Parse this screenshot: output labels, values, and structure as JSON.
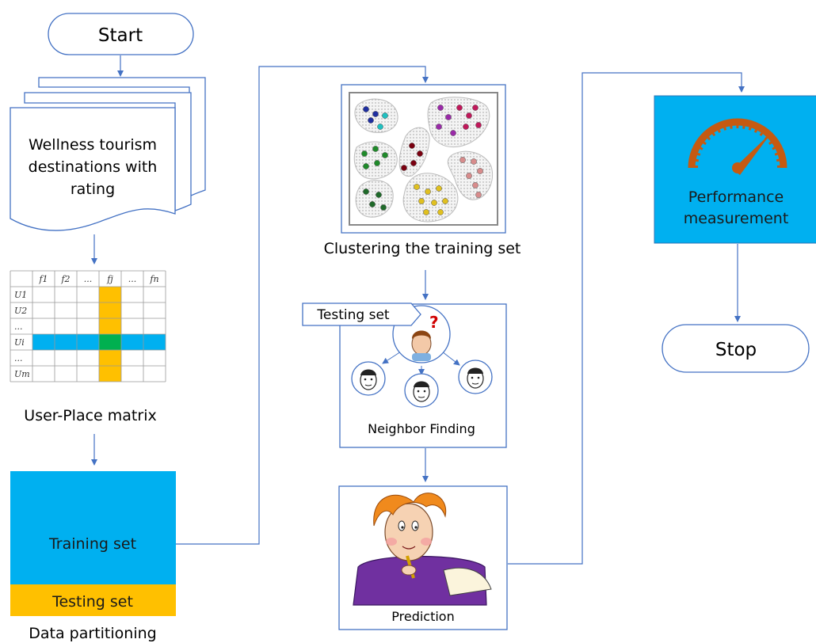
{
  "start": {
    "label": "Start"
  },
  "destinations": {
    "line1": "Wellness tourism",
    "line2": "destinations with",
    "line3": "rating"
  },
  "matrix": {
    "caption": "User-Place matrix",
    "col_headers": [
      "f1",
      "f2",
      "...",
      "fj",
      "...",
      "fn"
    ],
    "row_headers": [
      "U1",
      "U2",
      "...",
      "Ui",
      "...",
      "Um"
    ],
    "highlight_column_color": "#FFC000",
    "highlight_row_color": "#00B0F0",
    "intersection_color": "#00B050"
  },
  "partition": {
    "training_label": "Training set",
    "testing_label": "Testing set",
    "caption": "Data partitioning",
    "training_color": "#00B0F0",
    "testing_color": "#FFC000"
  },
  "clustering": {
    "caption": "Clustering the training set"
  },
  "neighbor": {
    "tag_label": "Testing set",
    "caption": "Neighbor Finding"
  },
  "prediction": {
    "caption": "Prediction"
  },
  "performance": {
    "line1": "Performance",
    "line2": "measurement",
    "box_color": "#00B0F0",
    "gauge_color": "#C55A11"
  },
  "stop": {
    "label": "Stop"
  },
  "connector_color": "#4472C4"
}
